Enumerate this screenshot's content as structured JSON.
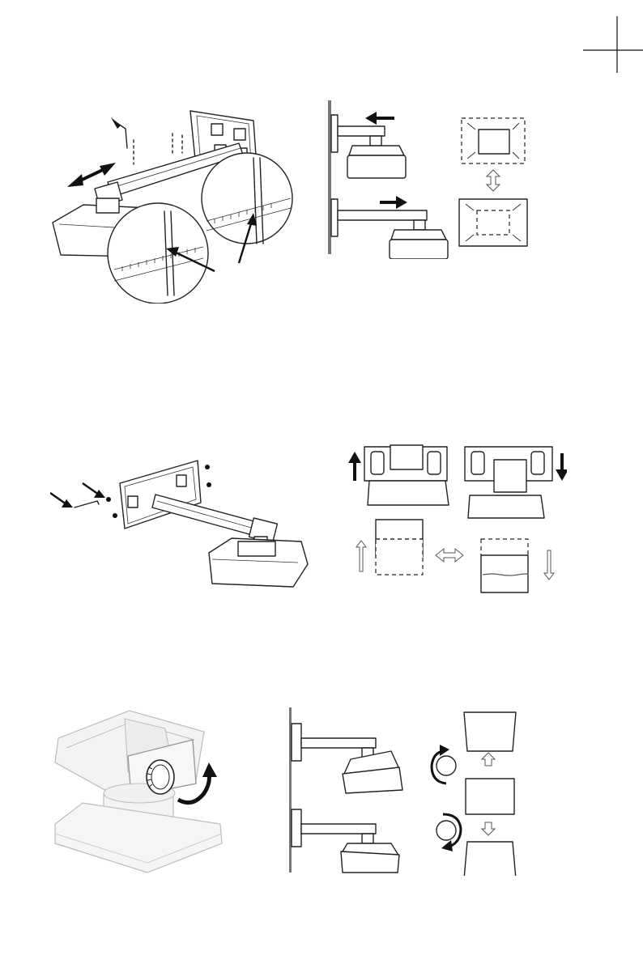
{
  "page": {
    "background": "#ffffff",
    "line_color": "#222222"
  },
  "figures": [
    {
      "id": "fig-1a",
      "icons": [
        "arm-length-scale",
        "double-arrow-icon",
        "hex-key-icon",
        "magnifier-scale"
      ]
    },
    {
      "id": "fig-1b",
      "icons": [
        "arm-retract-icon",
        "arm-extend-icon",
        "image-size-diagram"
      ]
    },
    {
      "id": "fig-2a",
      "icons": [
        "wall-plate-screws",
        "hex-key-icon"
      ]
    },
    {
      "id": "fig-2b",
      "icons": [
        "plate-up-icon",
        "plate-down-icon",
        "image-shift-diagram"
      ]
    },
    {
      "id": "fig-3a",
      "icons": [
        "tilt-knob-icon",
        "rotate-arrow-icon"
      ]
    },
    {
      "id": "fig-3b",
      "icons": [
        "tilt-up-icon",
        "tilt-down-icon",
        "keystone-diagram"
      ]
    }
  ]
}
